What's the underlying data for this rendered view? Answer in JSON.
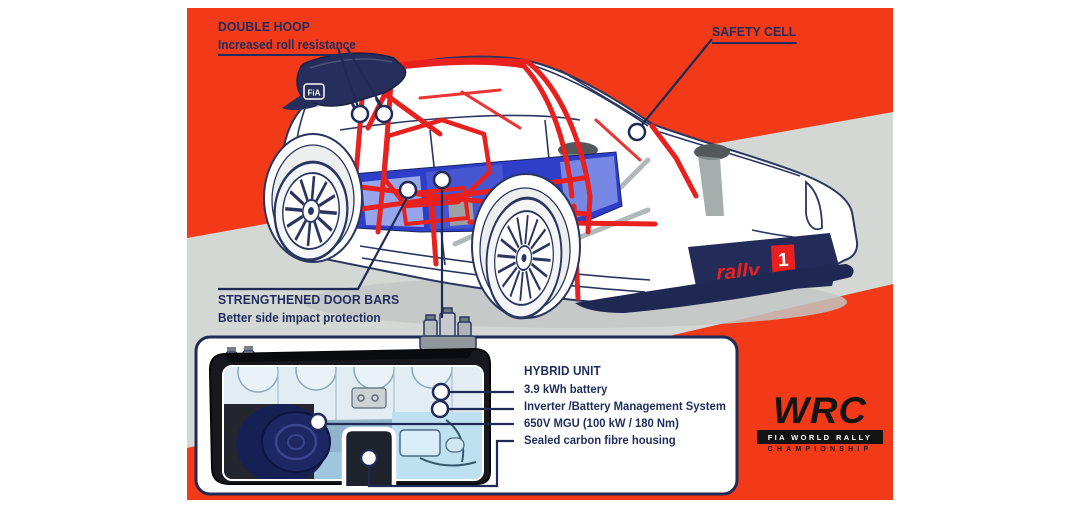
{
  "colors": {
    "background_orange": "#F23A18",
    "band_gray": "#D3D8D4",
    "line_navy": "#1F2A56",
    "cage_red": "#E8201E",
    "hybrid_blue": "#2F3EC8"
  },
  "callouts": {
    "double_hoop": {
      "title": "DOUBLE HOOP",
      "subtitle": "Increased roll resistance"
    },
    "safety_cell": {
      "title": "SAFETY CELL"
    },
    "door_bars": {
      "title": "STRENGTHENED DOOR BARS",
      "subtitle": "Better side impact protection"
    },
    "hybrid_unit": {
      "title": "HYBRID UNIT",
      "items": [
        "3.9 kWh battery",
        "Inverter /Battery Management System",
        "650V MGU (100 kW / 180 Nm)",
        "Sealed carbon fibre housing"
      ]
    }
  },
  "car": {
    "fia_badge": "FiA",
    "rally_text": "rally",
    "rally_number": "1"
  },
  "wrc_logo": {
    "wordmark": "WRC",
    "line1": "FIA WORLD RALLY",
    "line2": "CHAMPIONSHIP"
  }
}
